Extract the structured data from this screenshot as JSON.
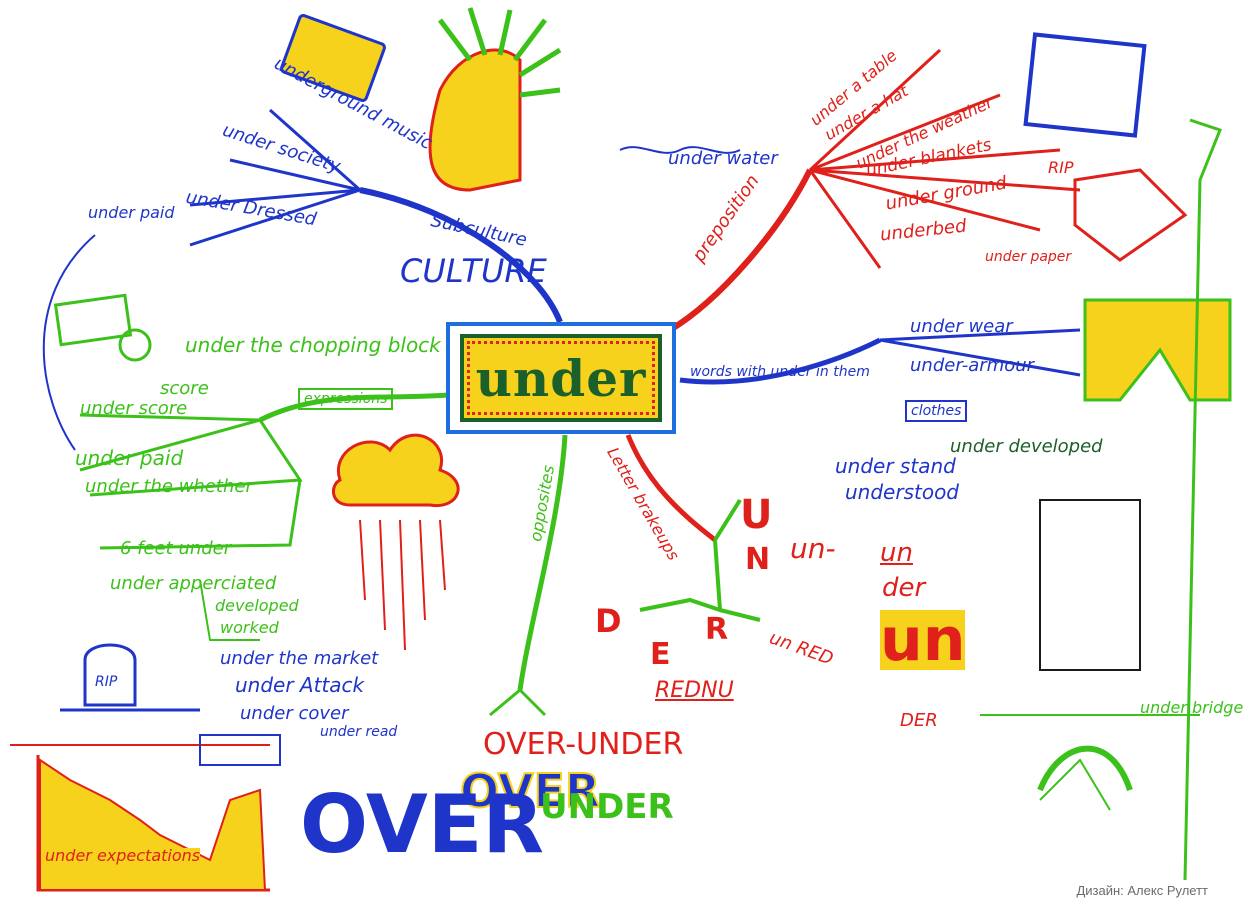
{
  "center": {
    "word": "under"
  },
  "branches": {
    "culture": {
      "label": "CULTURE",
      "sublabel": "Subculture",
      "items": [
        "underground music",
        "under society",
        "under Dressed",
        "under paid"
      ]
    },
    "preposition": {
      "label": "preposition",
      "items": [
        "under a table",
        "under a hat",
        "under the weather",
        "under blankets",
        "under ground",
        "underbed",
        "under paper"
      ],
      "note": "RIP",
      "water": "under water"
    },
    "words": {
      "label": "words with under in them",
      "items": [
        "under wear",
        "under-armour",
        "under developed",
        "under stand",
        "understood",
        "clothes"
      ],
      "bridge": "under bridge"
    },
    "expressions": {
      "label": "expressions",
      "items": [
        "under the chopping block",
        "score",
        "under score",
        "under paid",
        "under the whether",
        "6 feet under",
        "under apperciated",
        "developed",
        "worked"
      ],
      "ground": "RIP"
    },
    "attack": {
      "items": [
        "under the market",
        "under Attack",
        "under cover",
        "under read"
      ]
    },
    "letters": {
      "label": "Letter brakeups",
      "pieces": [
        "U",
        "N",
        "D",
        "E",
        "R",
        "un-",
        "un",
        "der",
        "REDNU",
        "un RED",
        "DER"
      ]
    },
    "opposites": {
      "label": "opposites",
      "items": [
        "OVER-UNDER",
        "OVER",
        "OVER",
        "UNDER"
      ]
    },
    "chart": {
      "label": "under expectations"
    }
  },
  "credit": "Дизайн: Алекс Рулетт",
  "colors": {
    "blue": "#1f35c9",
    "red": "#e0201a",
    "green": "#3cc11a",
    "yellow": "#f6d21c",
    "dark_green": "#1b5f2a"
  }
}
